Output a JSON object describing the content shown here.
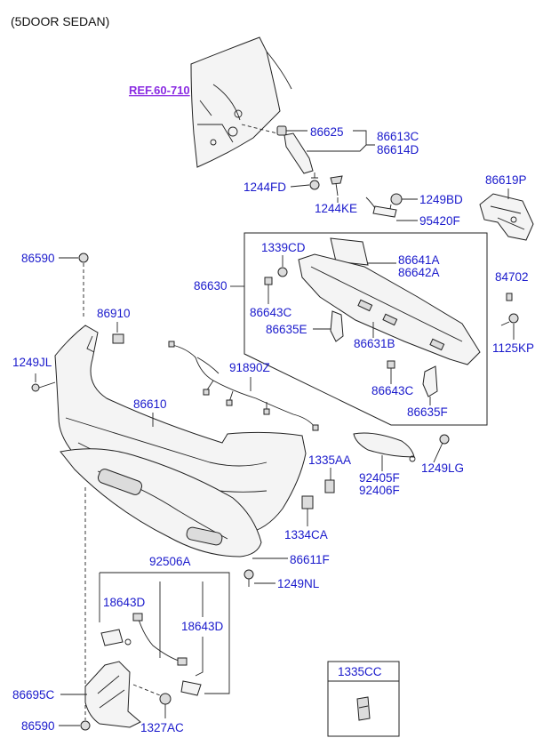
{
  "header": {
    "variant": "(5DOOR SEDAN)"
  },
  "reference": {
    "label": "REF.60-710"
  },
  "parts": {
    "p86625": "86625",
    "p86613C": "86613C",
    "p86614D": "86614D",
    "p1244FD": "1244FD",
    "p1244KE": "1244KE",
    "p1249BD": "1249BD",
    "p95420F": "95420F",
    "p86619P": "86619P",
    "p86590_top": "86590",
    "p1339CD": "1339CD",
    "p86641A": "86641A",
    "p86642A": "86642A",
    "p86630": "86630",
    "p84702": "84702",
    "p86643C_top": "86643C",
    "p86635E": "86635E",
    "p86631B": "86631B",
    "p1125KP": "1125KP",
    "p86910": "86910",
    "p1249JL": "1249JL",
    "p91890Z": "91890Z",
    "p86643C_bottom": "86643C",
    "p86635F": "86635F",
    "p86610": "86610",
    "p1335AA": "1335AA",
    "p92405F": "92405F",
    "p92406F": "92406F",
    "p1249LG": "1249LG",
    "p1334CA": "1334CA",
    "p86611F": "86611F",
    "p92506A": "92506A",
    "p1249NL": "1249NL",
    "p18643D_left": "18643D",
    "p18643D_right": "18643D",
    "p86695C": "86695C",
    "p86590_bottom": "86590",
    "p1327AC": "1327AC",
    "p1335CC": "1335CC"
  }
}
